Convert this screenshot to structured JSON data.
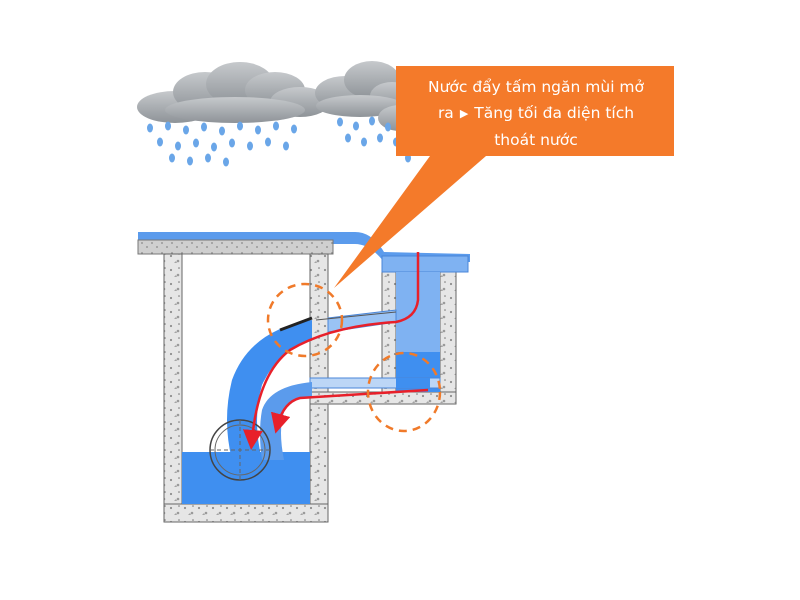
{
  "callout": {
    "line1": "Nước đẩy tấm ngăn mùi mở",
    "line2_before": "ra",
    "arrow_icon": "right-triangle-icon",
    "line2_after": "Tăng tối đa diện tích",
    "line3": "thoát nước"
  },
  "colors": {
    "callout_bg": "#f47a2a",
    "water": "#3f8ff0",
    "water_light": "#7fb2f2",
    "flow_arrow": "#e8202a",
    "highlight_circle": "#f07a2a",
    "cloud": "#9aa0a6",
    "rain": "#6aa6e8",
    "concrete": "#bdbdbd"
  }
}
